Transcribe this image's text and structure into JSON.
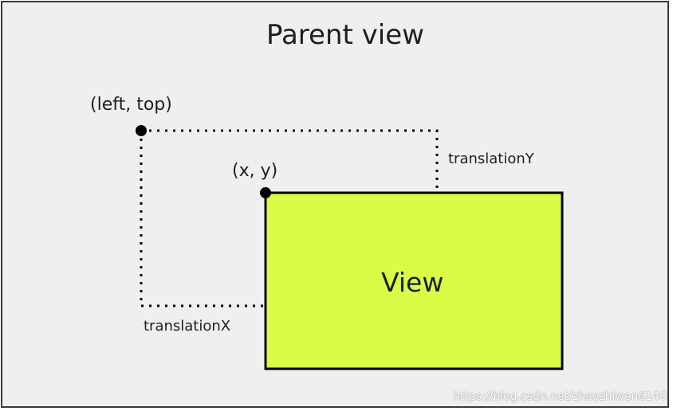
{
  "title": "Parent view",
  "labels": {
    "left_top": "(left, top)",
    "x_y": "(x, y)",
    "translation_y": "translationY",
    "translation_x": "translationX",
    "view": "View"
  },
  "watermark": "https://blog.csdn.net/zhaozhiwen6140",
  "colors": {
    "background": "#efefef",
    "view_fill": "#d9fc46",
    "stroke": "#000000"
  }
}
